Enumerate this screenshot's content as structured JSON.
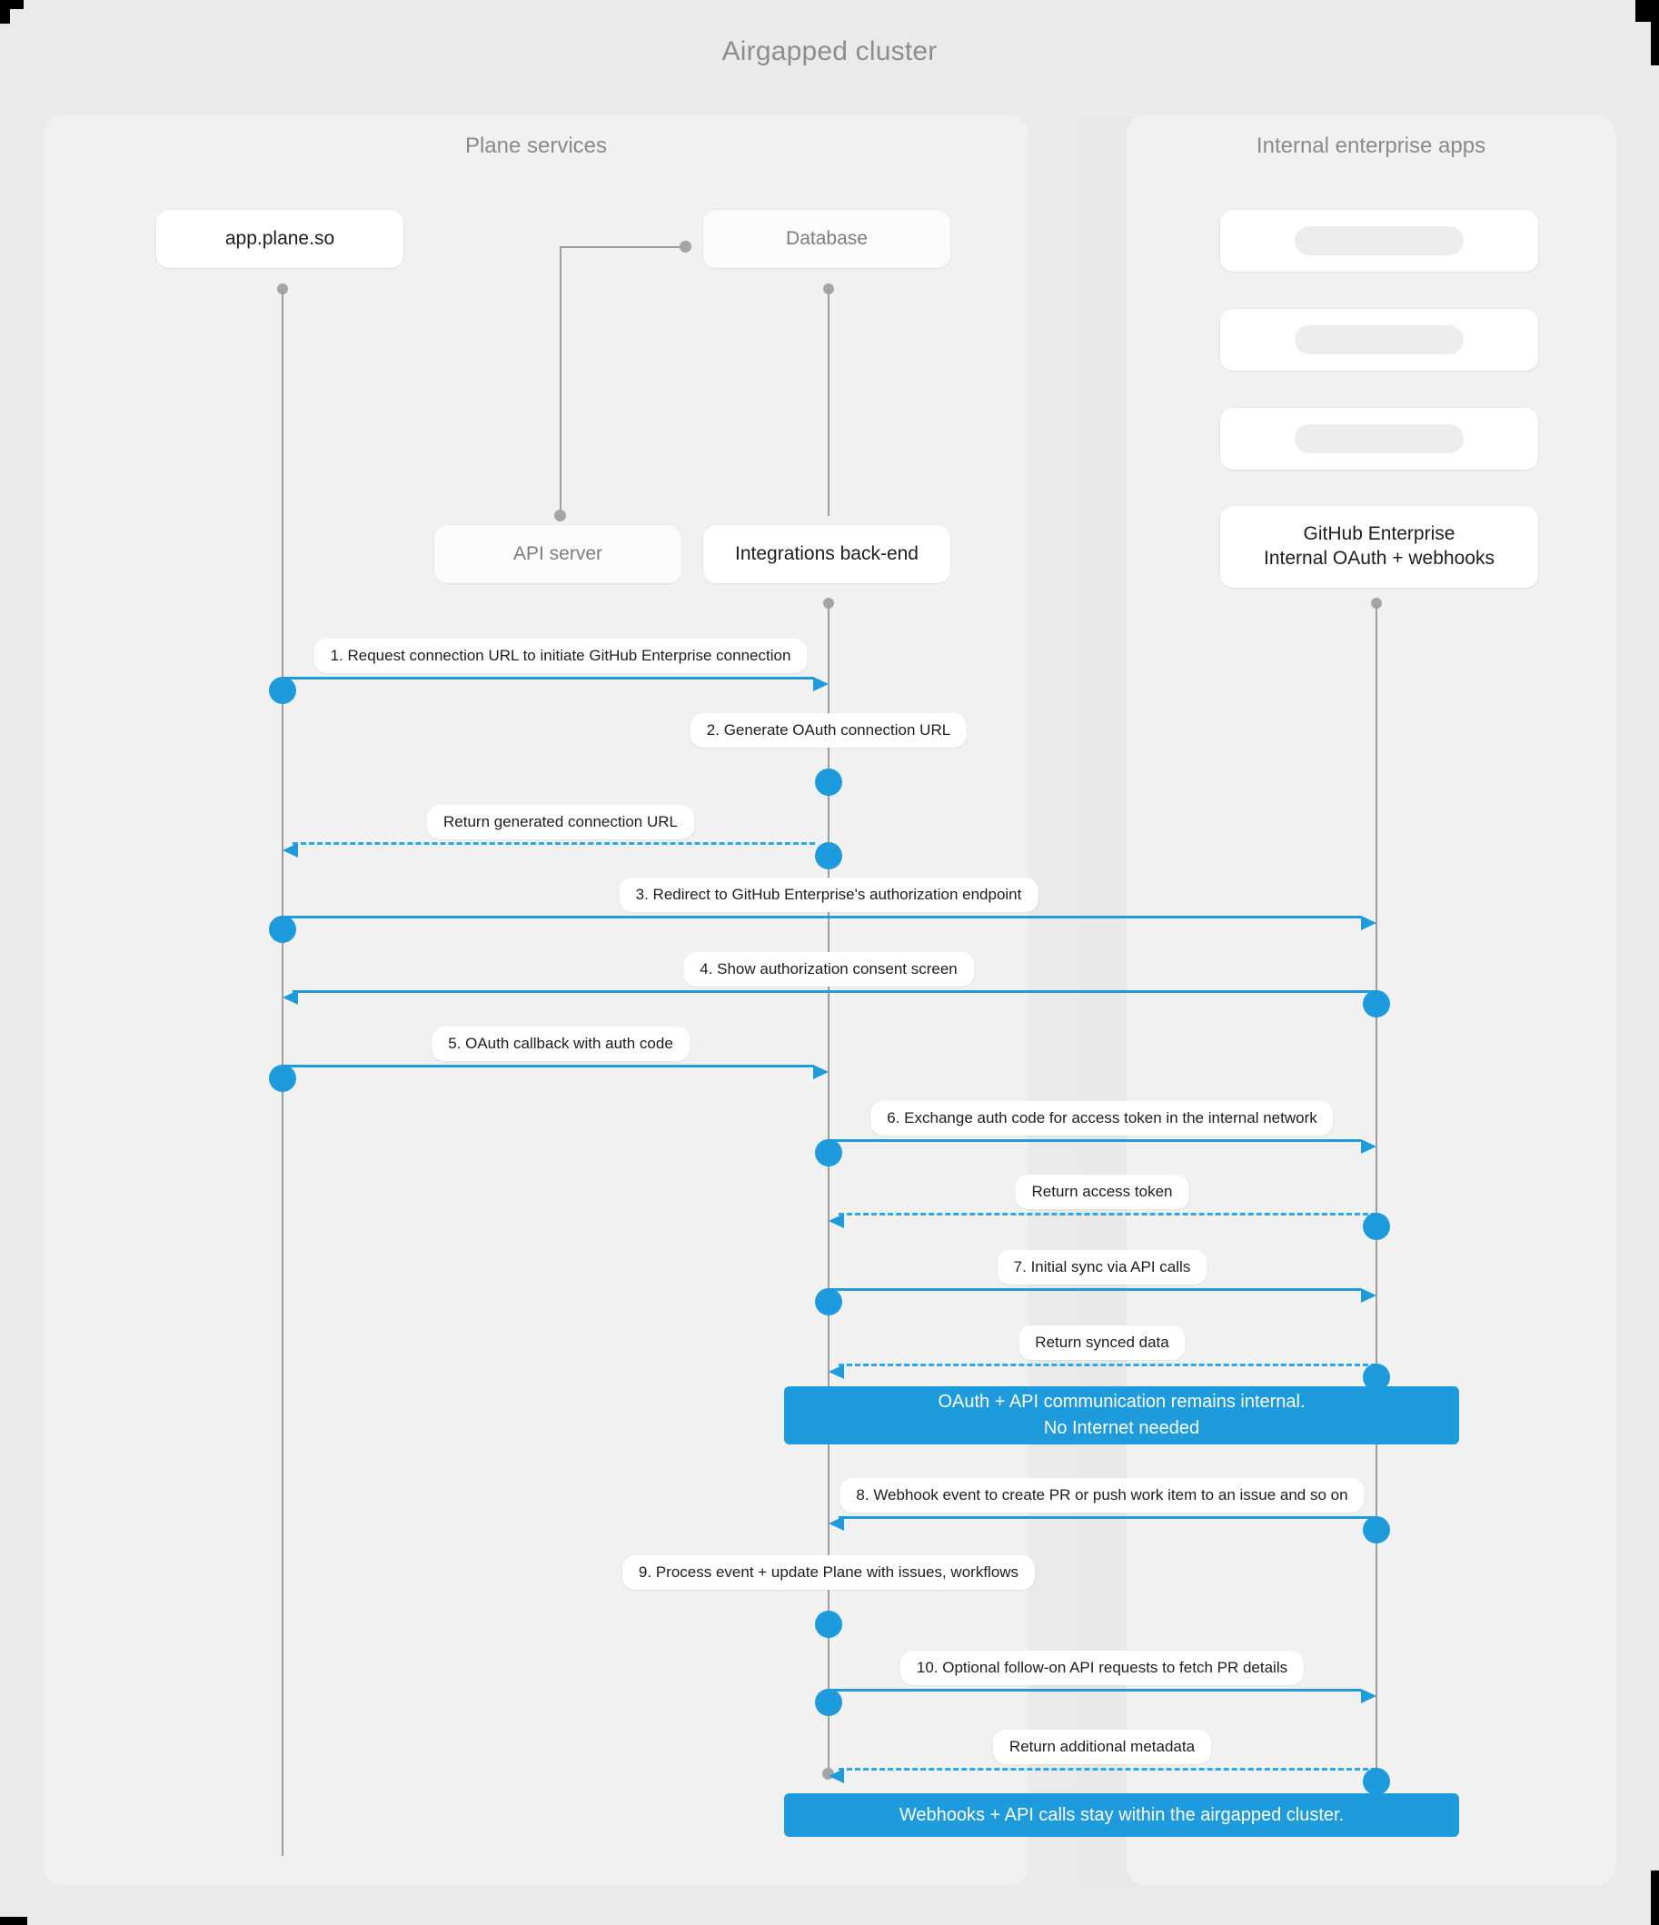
{
  "title": "Airgapped cluster",
  "panels": {
    "left": {
      "title": "Plane services"
    },
    "right": {
      "title": "Internal enterprise apps"
    }
  },
  "nodes": {
    "app": "app.plane.so",
    "database": "Database",
    "api_server": "API server",
    "integrations": "Integrations back-end",
    "github_enterprise": "GitHub Enterprise\nInternal OAuth + webhooks",
    "github_enterprise_line1": "GitHub Enterprise",
    "github_enterprise_line2": "Internal OAuth + webhooks",
    "placeholder_1": "",
    "placeholder_2": "",
    "placeholder_3": ""
  },
  "messages": [
    {
      "id": 1,
      "label": "1. Request connection URL to initiate GitHub Enterprise connection",
      "from": "app",
      "to": "integrations",
      "style": "solid"
    },
    {
      "id": 2,
      "label": "2. Generate OAuth connection URL",
      "from": "integrations",
      "to": "integrations",
      "style": "self"
    },
    {
      "id": 3,
      "label": "Return generated connection URL",
      "from": "integrations",
      "to": "app",
      "style": "dashed"
    },
    {
      "id": 4,
      "label": "3. Redirect to GitHub Enterprise's authorization endpoint",
      "from": "app",
      "to": "github_enterprise",
      "style": "solid"
    },
    {
      "id": 5,
      "label": "4. Show authorization consent screen",
      "from": "github_enterprise",
      "to": "app",
      "style": "solid"
    },
    {
      "id": 6,
      "label": "5. OAuth callback with auth code",
      "from": "app",
      "to": "integrations",
      "style": "solid"
    },
    {
      "id": 7,
      "label": "6. Exchange auth code for access token in the internal network",
      "from": "integrations",
      "to": "github_enterprise",
      "style": "solid"
    },
    {
      "id": 8,
      "label": "Return access token",
      "from": "github_enterprise",
      "to": "integrations",
      "style": "dashed"
    },
    {
      "id": 9,
      "label": "7. Initial sync via API calls",
      "from": "integrations",
      "to": "github_enterprise",
      "style": "solid"
    },
    {
      "id": 10,
      "label": "Return synced data",
      "from": "github_enterprise",
      "to": "integrations",
      "style": "dashed"
    },
    {
      "id": 11,
      "label": "8. Webhook event to create PR  or push work item to an issue  and so on",
      "from": "github_enterprise",
      "to": "integrations",
      "style": "solid"
    },
    {
      "id": 12,
      "label": "9. Process event + update Plane with issues, workflows",
      "from": "integrations",
      "to": "integrations",
      "style": "self"
    },
    {
      "id": 13,
      "label": "10. Optional follow-on API requests to fetch PR details",
      "from": "integrations",
      "to": "github_enterprise",
      "style": "solid"
    },
    {
      "id": 14,
      "label": "Return additional metadata",
      "from": "github_enterprise",
      "to": "integrations",
      "style": "dashed"
    }
  ],
  "notes": [
    {
      "id": "note-internal",
      "line1": "OAuth + API communication remains internal.",
      "line2": "No Internet needed"
    },
    {
      "id": "note-airgapped",
      "line1": "Webhooks + API calls stay within the airgapped cluster.",
      "line2": ""
    }
  ],
  "colors": {
    "accent": "#1d9bdc",
    "accent_dashed": "#2aa8e8",
    "lifeline": "#9e9e9e",
    "panel_bg": "#f1f1f1",
    "canvas_bg": "#eaeaea",
    "title_text": "#8d8d8d",
    "note_text": "#ffffff"
  }
}
